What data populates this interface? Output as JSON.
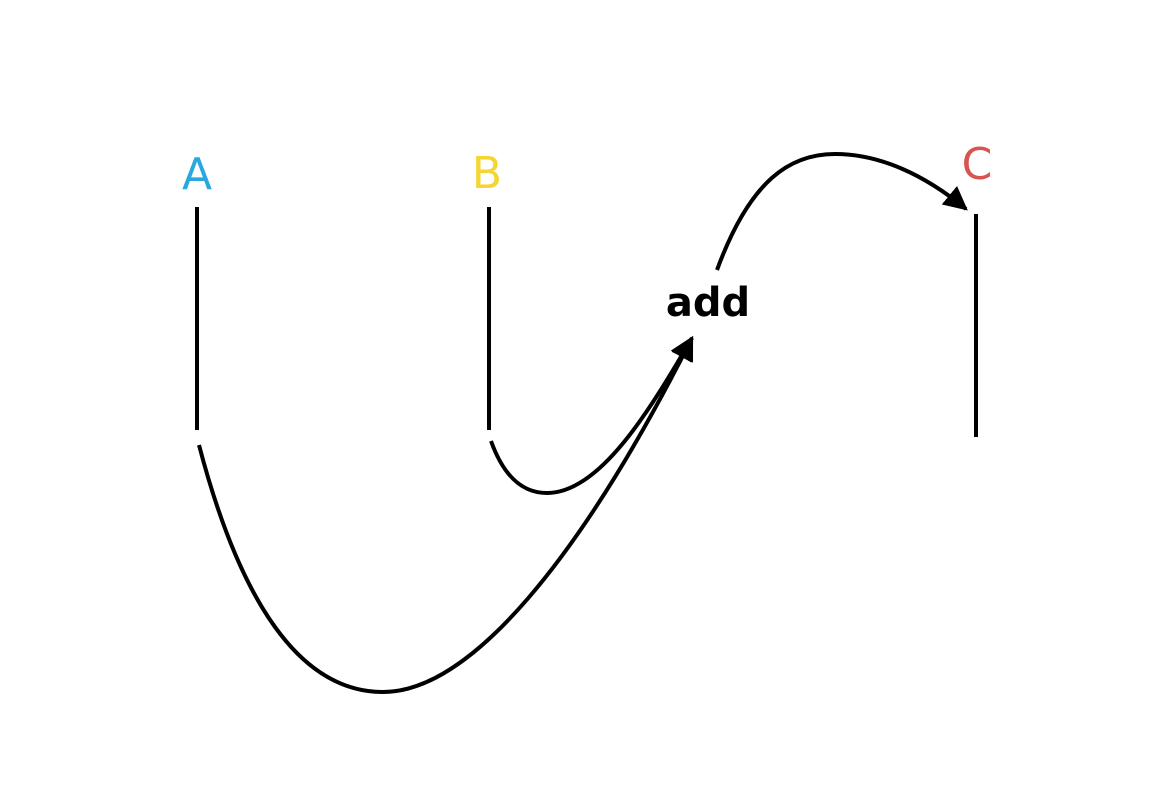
{
  "nodes": {
    "a": {
      "label": "A",
      "color": "#29a8e0"
    },
    "b": {
      "label": "B",
      "color": "#f5d531"
    },
    "c": {
      "label": "C",
      "color": "#d9534f"
    }
  },
  "operation": {
    "label": "add"
  },
  "edges": [
    {
      "from": "a",
      "to": "add"
    },
    {
      "from": "b",
      "to": "add"
    },
    {
      "from": "add",
      "to": "c"
    }
  ]
}
